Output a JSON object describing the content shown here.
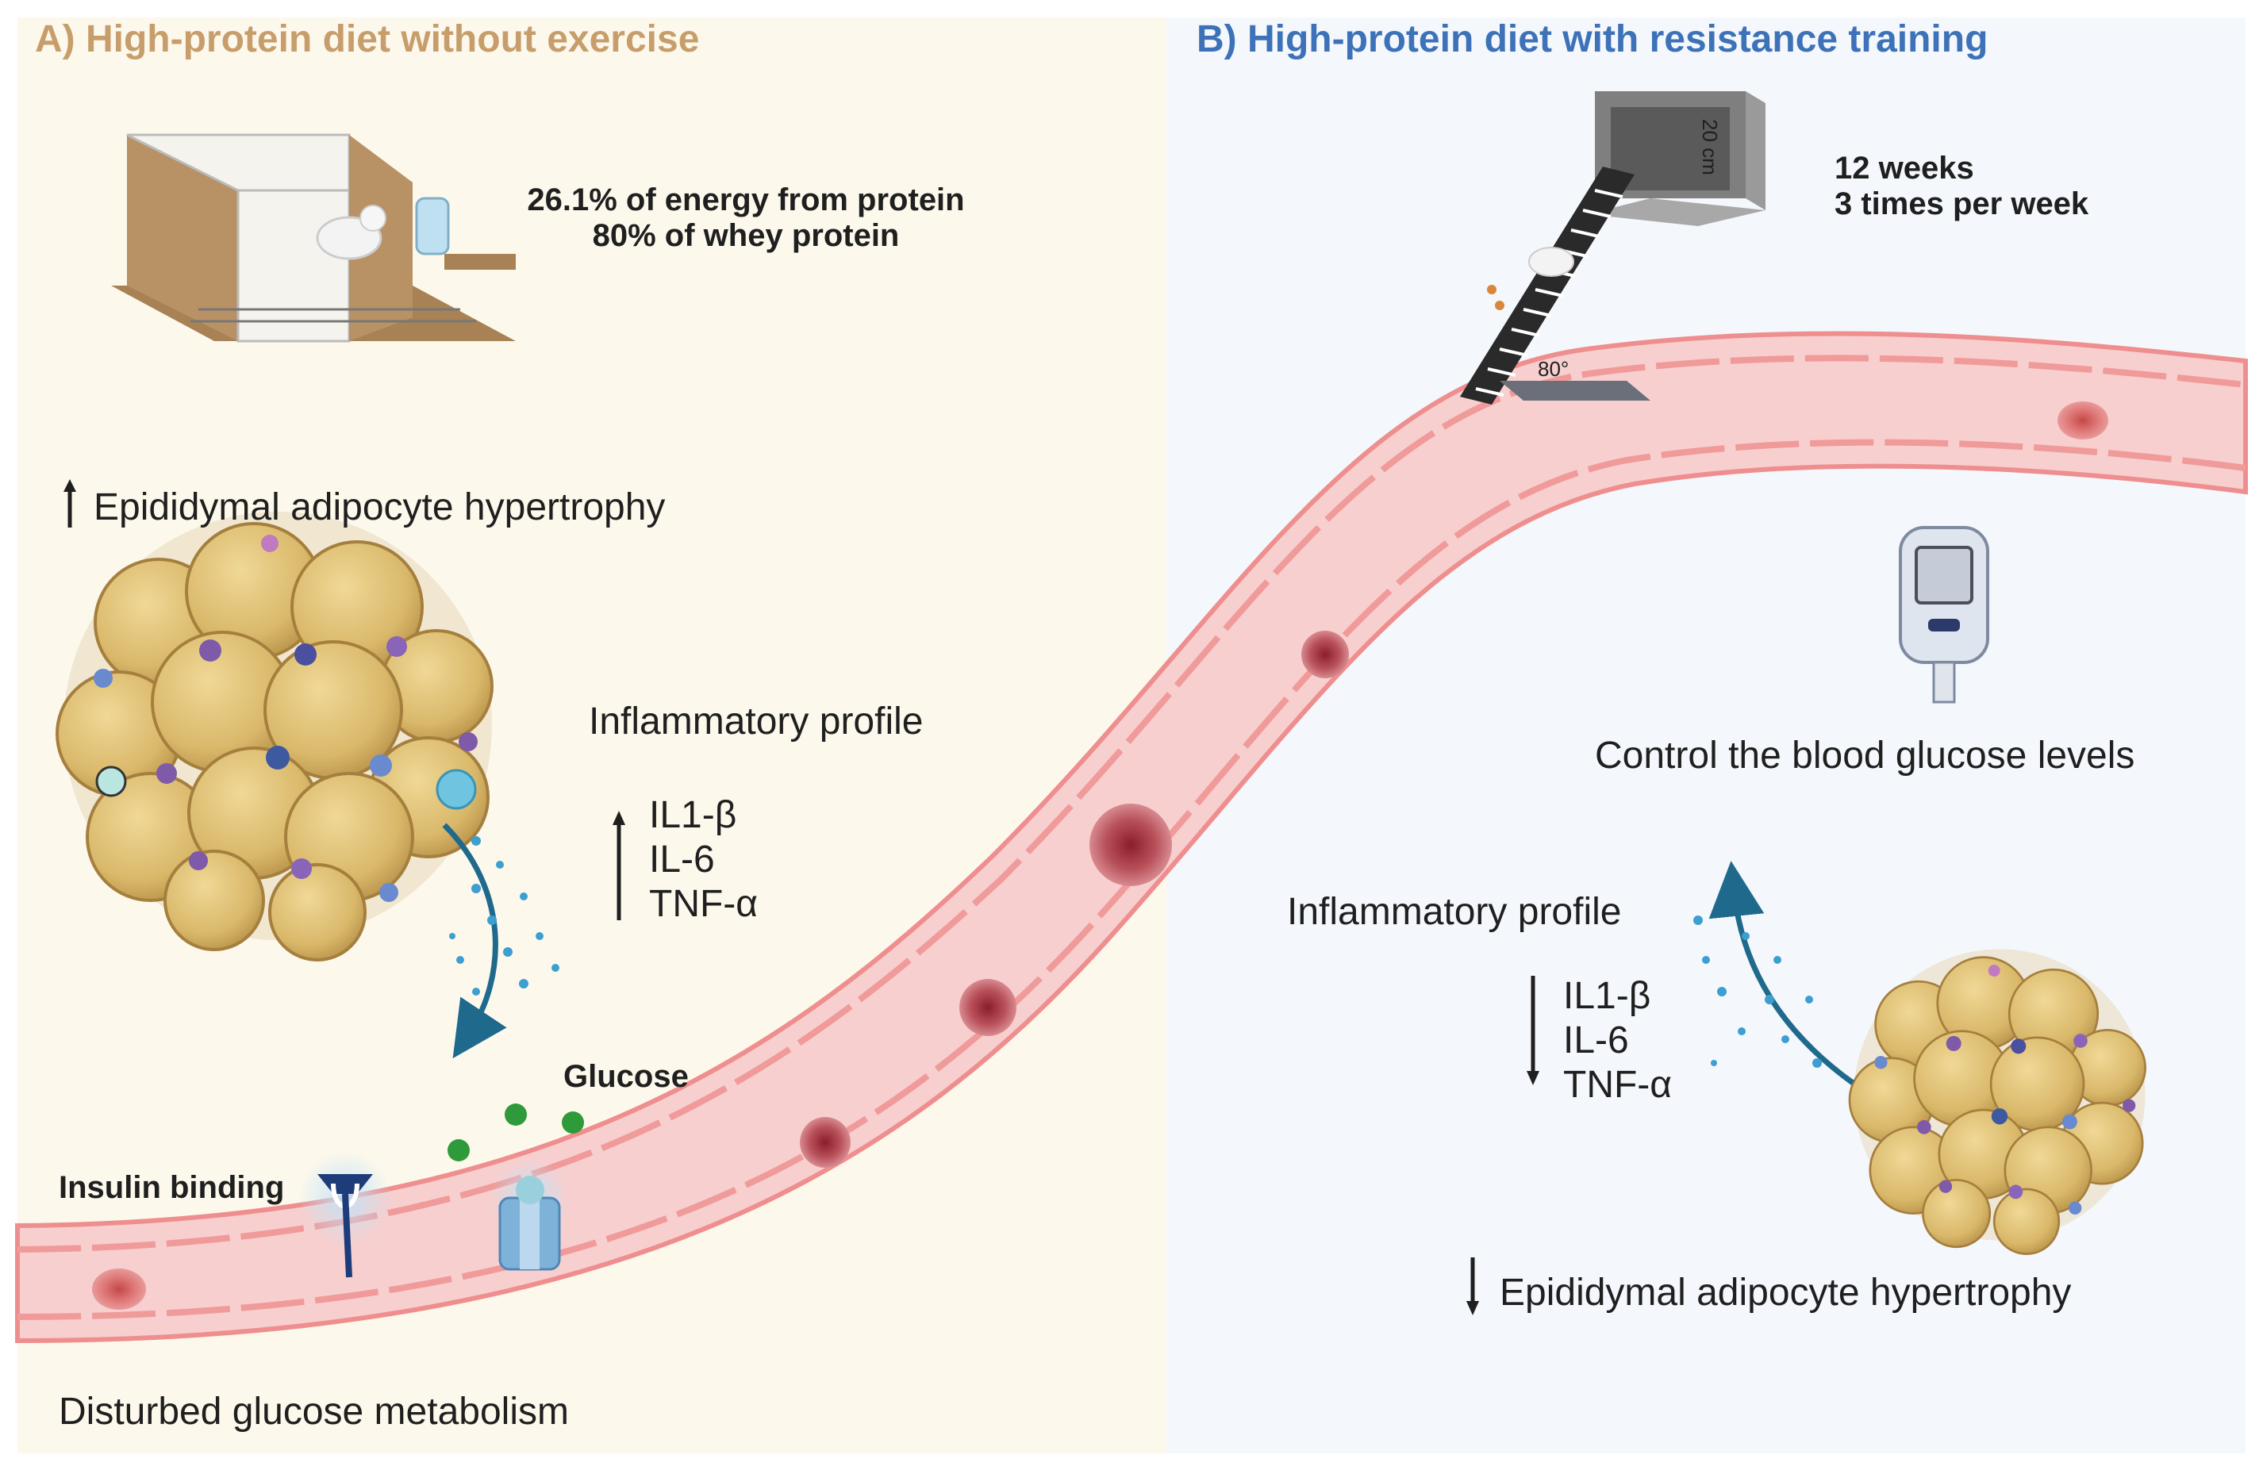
{
  "panel_a": {
    "title": "A) High-protein diet without  exercise",
    "diet_line1": "26.1% of energy from protein",
    "diet_line2": "80% of whey protein",
    "hypertrophy": "Epididymal adipocyte hypertrophy",
    "inflammatory": "Inflammatory profile",
    "markers": [
      "IL1-β",
      "IL-6",
      "TNF-α"
    ],
    "glucose": "Glucose",
    "insulin": "Insulin binding",
    "metabolism": "Disturbed glucose metabolism",
    "background": "#fdf8ec",
    "accent": "#c79e6b"
  },
  "panel_b": {
    "title": "B) High-protein diet with resistance training",
    "schedule_line1": "12 weeks",
    "schedule_line2": "3 times per week",
    "height_label": "20 cm",
    "angle_label": "80°",
    "glucose_control": "Control the blood glucose levels",
    "inflammatory": "Inflammatory profile",
    "markers": [
      "IL1-β",
      "IL-6",
      "TNF-α"
    ],
    "hypertrophy": "Epididymal  adipocyte hypertrophy",
    "background": "#f4f7fb",
    "accent": "#3d72b8"
  },
  "icons": [
    "up-arrow-icon",
    "down-arrow-icon",
    "mouse-cage-icon",
    "ladder-icon",
    "glucometer-icon",
    "insulin-receptor-icon",
    "glucose-transporter-icon",
    "adipocyte-cluster-icon",
    "blood-vessel-icon"
  ],
  "colors": {
    "vessel": "#f6c9c9",
    "vessel_wall": "#ef8e8e",
    "fat_cell": "#dfc078",
    "cytokine": "#3c9fd0"
  }
}
